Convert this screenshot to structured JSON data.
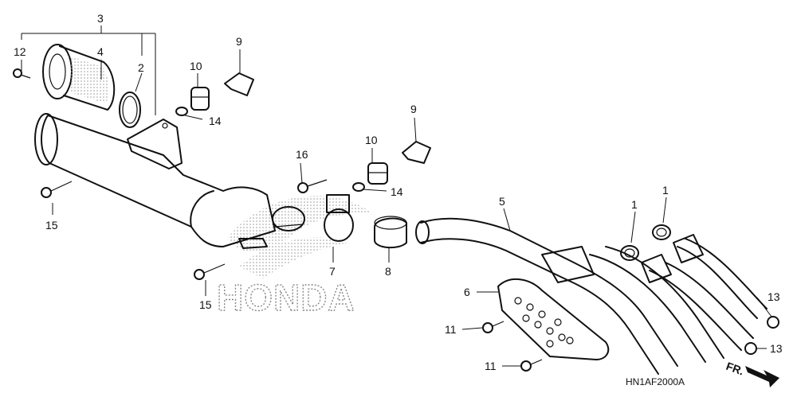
{
  "watermark": "HONDA",
  "diagram_code": "HN1AF2000A",
  "direction_label": "FR.",
  "callouts": {
    "c3": "3",
    "c12": "12",
    "c4": "4",
    "c2": "2",
    "c9a": "9",
    "c10a": "10",
    "c14a": "14",
    "c9b": "9",
    "c10b": "10",
    "c14b": "14",
    "c16": "16",
    "c15a": "15",
    "c15b": "15",
    "c7": "7",
    "c8": "8",
    "c5": "5",
    "c6": "6",
    "c11a": "11",
    "c11b": "11",
    "c1a": "1",
    "c1b": "1",
    "c13a": "13",
    "c13b": "13"
  }
}
